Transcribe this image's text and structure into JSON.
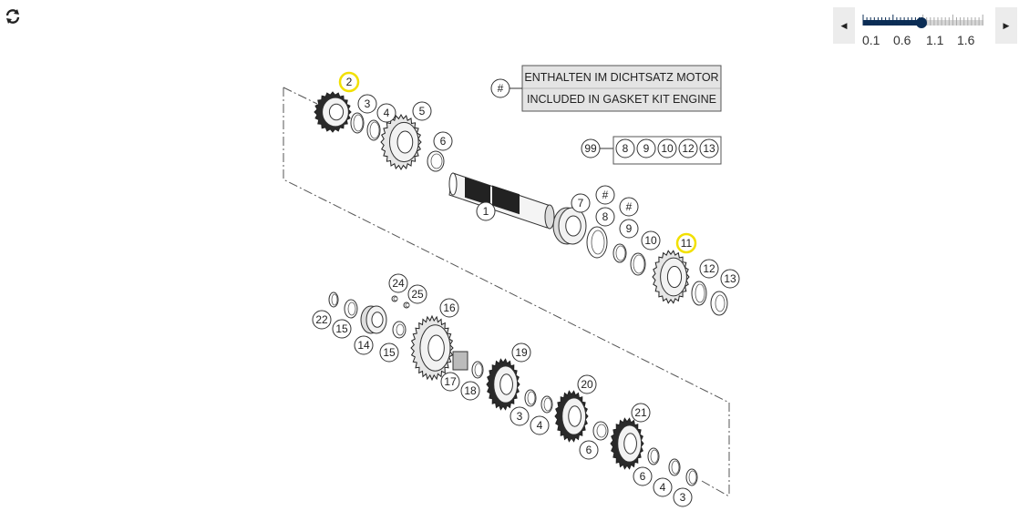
{
  "toolbar": {
    "refresh_icon": "refresh-icon"
  },
  "zoom": {
    "value": 1.0,
    "tick_labels": [
      "0.1",
      "0.6",
      "1.1",
      "1.6"
    ],
    "left_icon": "triangle-left-icon",
    "right_icon": "triangle-right-icon"
  },
  "legend": {
    "hash_symbol": "#",
    "line1": "ENTHALTEN IM DICHTSATZ MOTOR",
    "line2": "INCLUDED IN GASKET KIT ENGINE"
  },
  "set": {
    "main": "99",
    "members": [
      "8",
      "9",
      "10",
      "12",
      "13"
    ]
  },
  "callouts": {
    "c2": "2",
    "c3a": "3",
    "c4a": "4",
    "c5": "5",
    "c6a": "6",
    "c1": "1",
    "c7": "7",
    "h8": "#",
    "c8": "8",
    "h9": "#",
    "c9": "9",
    "c10": "10",
    "c11": "11",
    "c12": "12",
    "c13": "13",
    "c22": "22",
    "c15a": "15",
    "c14": "14",
    "c15b": "15",
    "c24": "24",
    "c25": "25",
    "c16": "16",
    "c17": "17",
    "c18": "18",
    "c19": "19",
    "c3b": "3",
    "c4b": "4",
    "c20": "20",
    "c6b": "6",
    "c21": "21",
    "c6c": "6",
    "c4c": "4",
    "c3c": "3"
  },
  "colors": {
    "highlight": "#f2e000",
    "legend_bg": "#e4e4e4",
    "slider_fill": "#0b2d55"
  }
}
